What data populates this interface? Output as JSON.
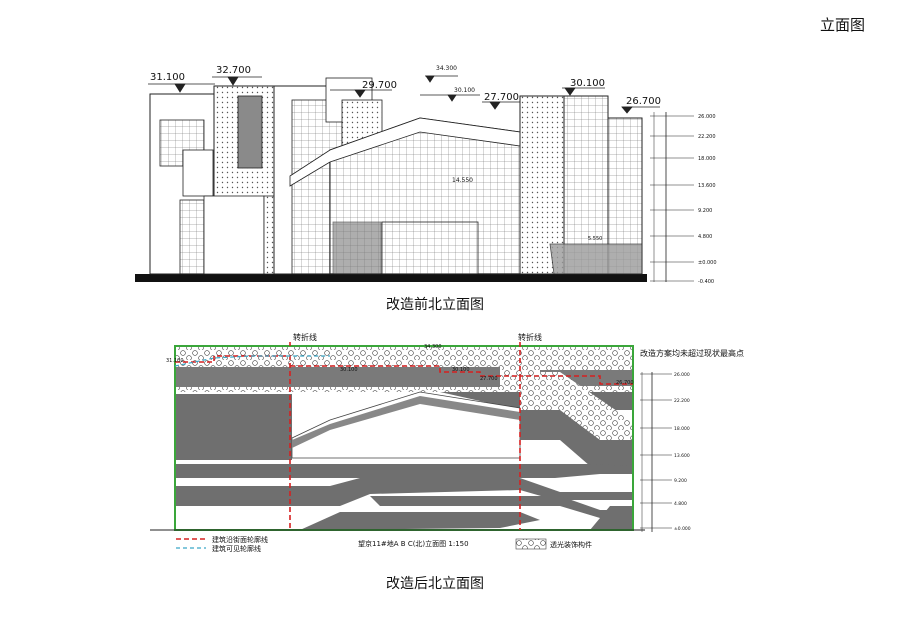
{
  "page_title": "立面图",
  "before": {
    "caption": "改造前北立面图",
    "heights_top": [
      "31.100",
      "32.700",
      "29.700",
      "34.300",
      "30.100",
      "27.700",
      "30.100",
      "26.700"
    ],
    "inner_labels": [
      "14.550",
      "5.550"
    ],
    "level_labels": [
      "26.000",
      "22.200",
      "18.000",
      "13.600",
      "9.200",
      "4.800",
      "±0.000",
      "-0.400"
    ]
  },
  "after": {
    "caption": "改造后北立面图",
    "fold_label": "转折线",
    "note": "改造方案均未超过现状最高点",
    "heights": [
      "34.300",
      "31.100",
      "30.100",
      "30.100",
      "27.700",
      "26.700"
    ],
    "level_labels": [
      "26.000",
      "22.200",
      "18.000",
      "13.600",
      "9.200",
      "4.800",
      "±0.000"
    ],
    "legend": [
      "建筑沿街面轮廓线",
      "建筑可见轮廓线"
    ],
    "drawing_title": "望京11#地A B C(北)立面图 1:150",
    "pattern_label": "透光装饰构件"
  },
  "colors": {
    "green_frame": "#3aa63a",
    "red_dash": "#d62020",
    "cyan_dash": "#3aa7c8",
    "band_gray": "#6f6f6f"
  }
}
